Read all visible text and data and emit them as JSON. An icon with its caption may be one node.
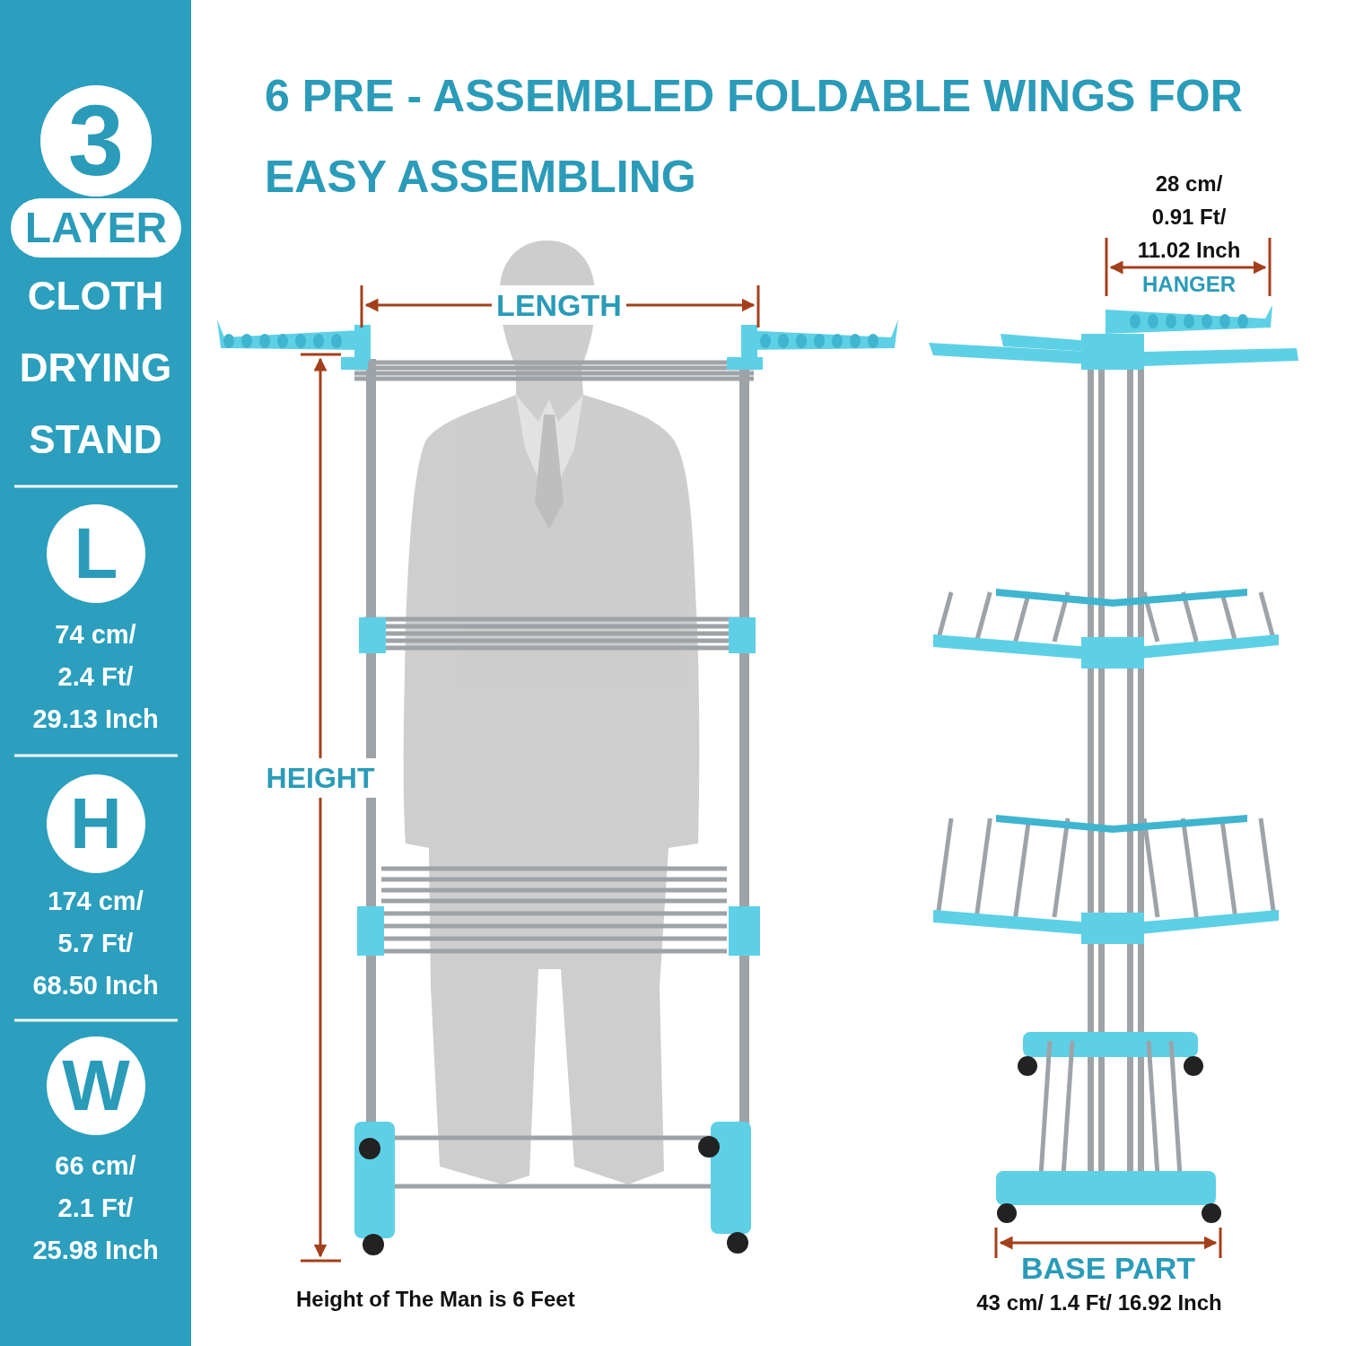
{
  "diagram": {
    "title": "6 PRE - ASSEMBLED FOLDABLE WINGS FOR EASY ASSEMBLING",
    "nodes": [
      {
        "text": [
          "3"
        ]
      },
      {
        "text": [
          "LAYER"
        ]
      },
      {
        "text": [
          "L"
        ]
      },
      {
        "text": [
          "H"
        ]
      },
      {
        "text": [
          "W"
        ]
      }
    ],
    "labels": [
      "CLOTH DRYING STAND",
      "74 cm/ 2.4 Ft/ 29.13 Inch",
      "174 cm/ 5.7 Ft/ 68.50 Inch",
      "66 cm/ 2.1 Ft/ 25.98 Inch",
      "LENGTH",
      "HEIGHT",
      "Height of The Man is 6 Feet",
      "28 cm/ 0.91 Ft/ 11.02 Inch",
      "HANGER",
      "BASE PART",
      "43 cm/ 1.4 Ft/ 16.92 Inch"
    ]
  }
}
